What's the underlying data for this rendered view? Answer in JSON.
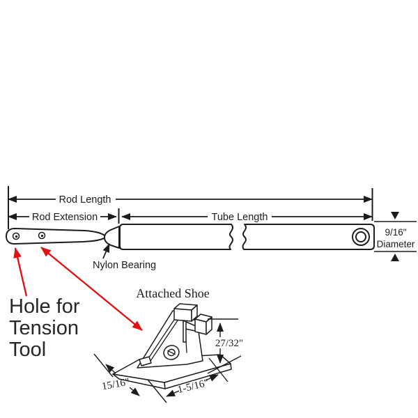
{
  "diagram": {
    "dimension_labels": {
      "rod_length": "Rod Length",
      "rod_extension": "Rod Extension",
      "tube_length": "Tube Length",
      "diameter_value": "9/16\"",
      "diameter_word": "Diameter"
    },
    "part_labels": {
      "nylon_bearing": "Nylon Bearing",
      "attached_shoe": "Attached Shoe",
      "hole_for_tension_tool": [
        "Hole for",
        "Tension",
        "Tool"
      ]
    },
    "shoe_dimensions": {
      "height": "27/32\"",
      "depth": "15/16\"",
      "width": "1-5/16\""
    },
    "colors": {
      "line": "#1c1c1c",
      "pointer": "#e01313",
      "background": "#ffffff"
    }
  }
}
